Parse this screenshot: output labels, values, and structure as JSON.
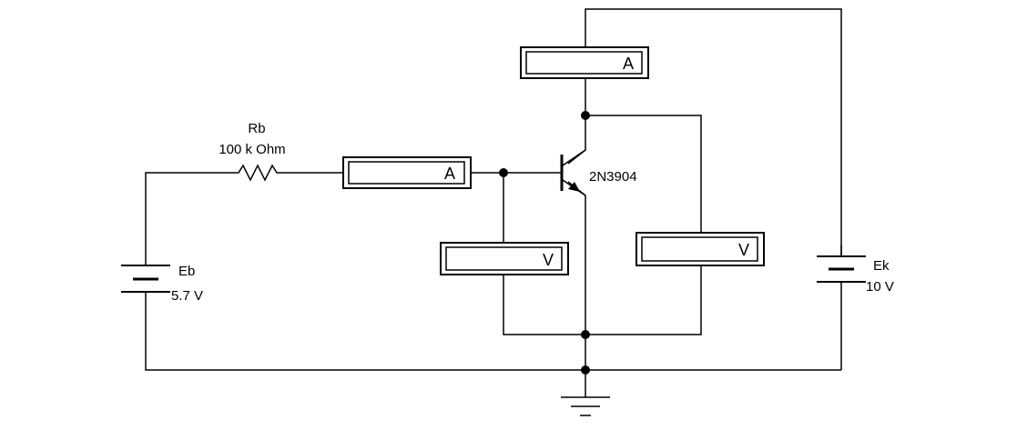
{
  "components": {
    "rb": {
      "name": "Rb",
      "value": "100 k Ohm"
    },
    "eb": {
      "name": "Eb",
      "value": "5.7 V"
    },
    "ek": {
      "name": "Ek",
      "value": "10 V"
    },
    "transistor": {
      "model": "2N3904"
    }
  },
  "meters": {
    "ammeter_base": "A",
    "ammeter_collector": "A",
    "voltmeter_be": "V",
    "voltmeter_ce": "V"
  }
}
